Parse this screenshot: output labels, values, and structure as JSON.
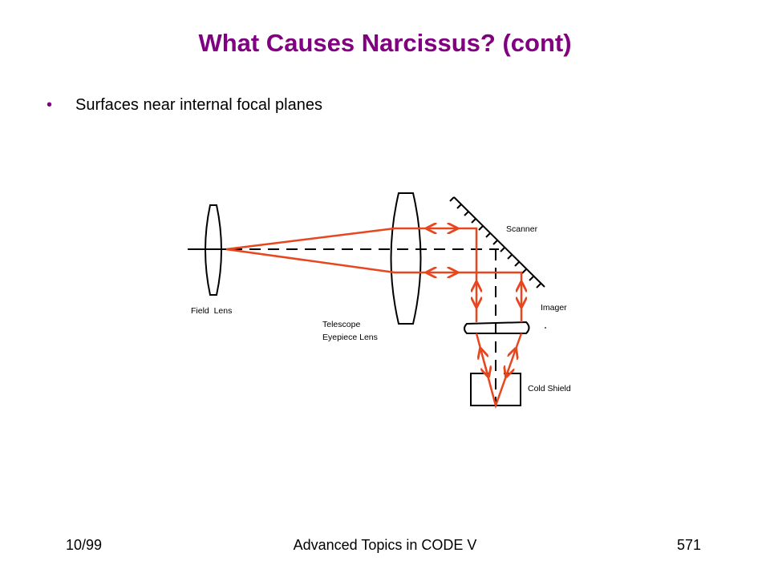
{
  "slide": {
    "title": "What Causes Narcissus? (cont)",
    "bullet": "Surfaces near internal focal planes"
  },
  "diagram": {
    "labels": {
      "field_lens": "Field  Lens",
      "telescope_line1": "Telescope",
      "telescope_line2": "Eyepiece Lens",
      "scanner": "Scanner",
      "imager": "Imager",
      "cold_shield": "Cold Shield"
    },
    "ray_color": "#e8461e",
    "line_color": "#000000"
  },
  "footer": {
    "left": "10/99",
    "center": "Advanced Topics in CODE V",
    "right": "571"
  },
  "colors": {
    "title": "#800080",
    "bullet": "#800080"
  }
}
